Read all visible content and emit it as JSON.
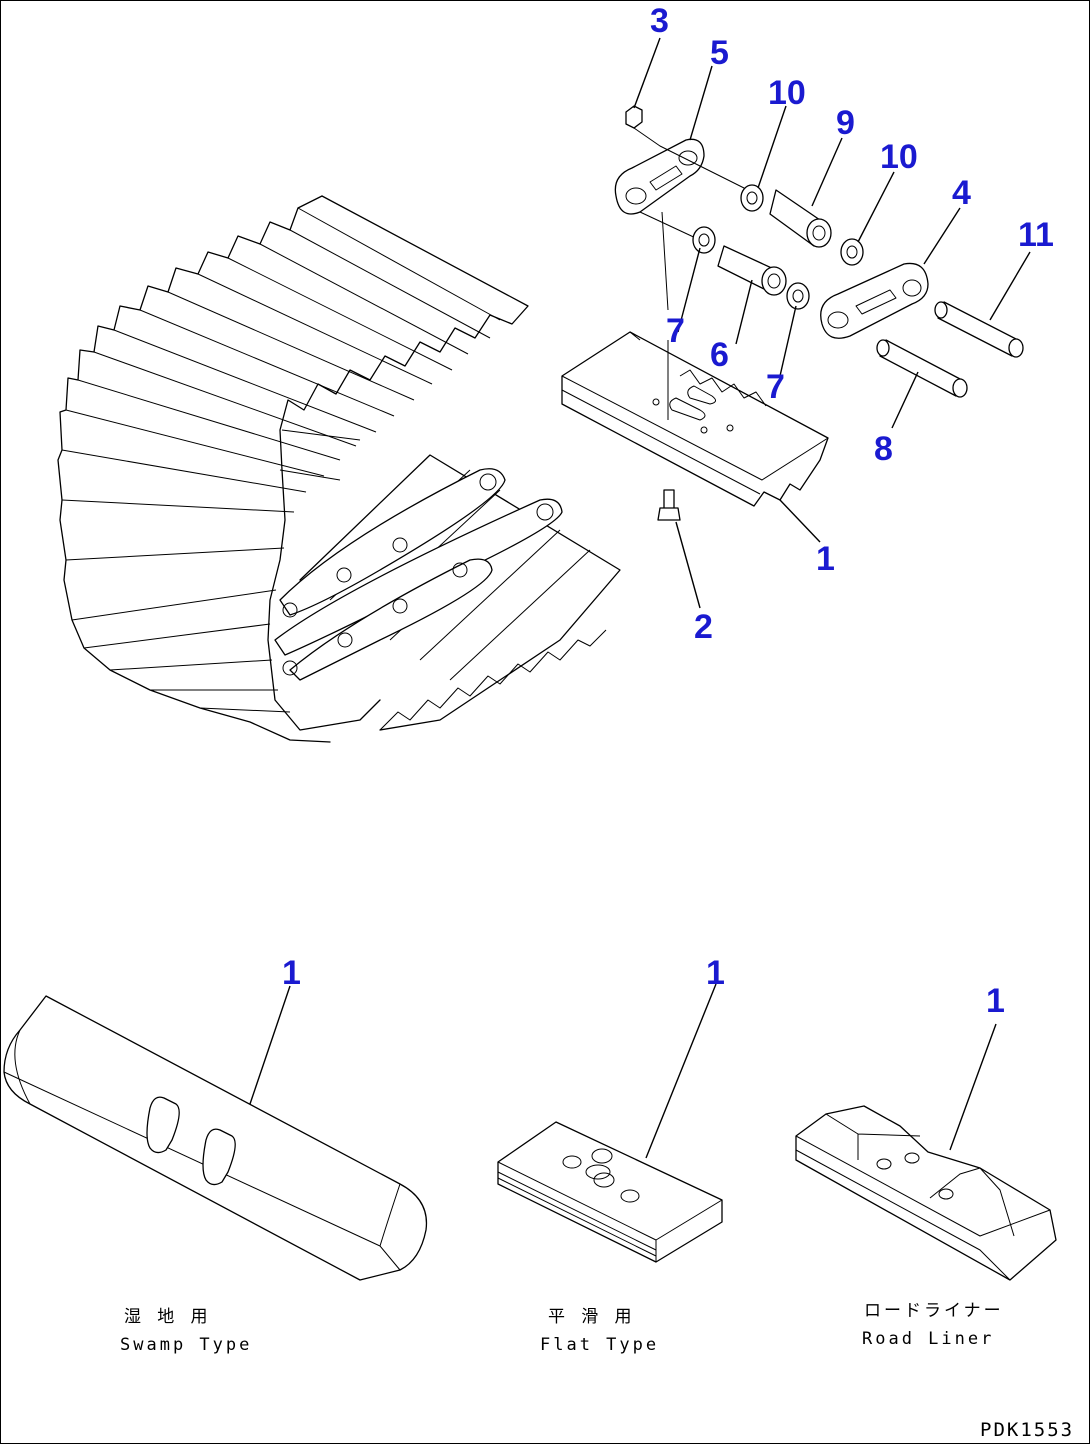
{
  "callouts": {
    "c3": "3",
    "c5": "5",
    "c10a": "10",
    "c9": "9",
    "c10b": "10",
    "c4": "4",
    "c11": "11",
    "c7a": "7",
    "c6": "6",
    "c7b": "7",
    "c8": "8",
    "c1": "1",
    "c2": "2",
    "swamp_1": "1",
    "flat_1": "1",
    "road_1": "1"
  },
  "captions": {
    "swamp_jp": "湿 地 用",
    "swamp_en": "Swamp Type",
    "flat_jp": "平 滑 用",
    "flat_en": "Flat Type",
    "road_jp": "ロードライナー",
    "road_en": "Road Liner"
  },
  "drawing_code": "PDK1553",
  "colors": {
    "callout": "#1a1ad0",
    "line": "#000000"
  }
}
